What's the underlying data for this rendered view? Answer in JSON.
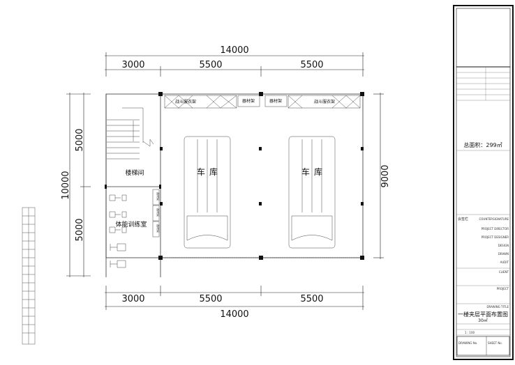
{
  "dimensions": {
    "top_total": "14000",
    "top_parts": [
      "3000",
      "5500",
      "5500"
    ],
    "bottom_total": "14000",
    "bottom_parts": [
      "3000",
      "5500",
      "5500"
    ],
    "left_total": "10000",
    "left_parts": [
      "5000",
      "5000"
    ],
    "right": "9000"
  },
  "rooms": {
    "stair": "楼梯间",
    "training": "体能训练室",
    "garage_left": "车库",
    "garage_right": "车库",
    "rack_left": "战斗服衣架",
    "rack_right": "战斗服衣架",
    "equip_left": "器材架",
    "equip_right": "器材架",
    "side_racks": [
      "器材架",
      "器材架",
      "器材架"
    ]
  },
  "title_block": {
    "area_label": "总面积：299㎡",
    "countersign": "会签栏",
    "countersignature": "COUNTERSIGNATURE",
    "project_director": "PROJECT DIRECTOR",
    "project_designer": "PROJECT DESIGNER",
    "design": "DESIGN",
    "drawn": "DRAWN",
    "audit": "AUDIT",
    "client": "CLIENT",
    "project": "PROJECT",
    "drawing_title_label": "DRAWING TITLE",
    "drawing_title": "一楼夹层平面布置图",
    "drawing_area": "30㎡",
    "scale": "1 : 100",
    "drawing_no": "DRAWING No.",
    "sheet_no": "SHEET No."
  }
}
